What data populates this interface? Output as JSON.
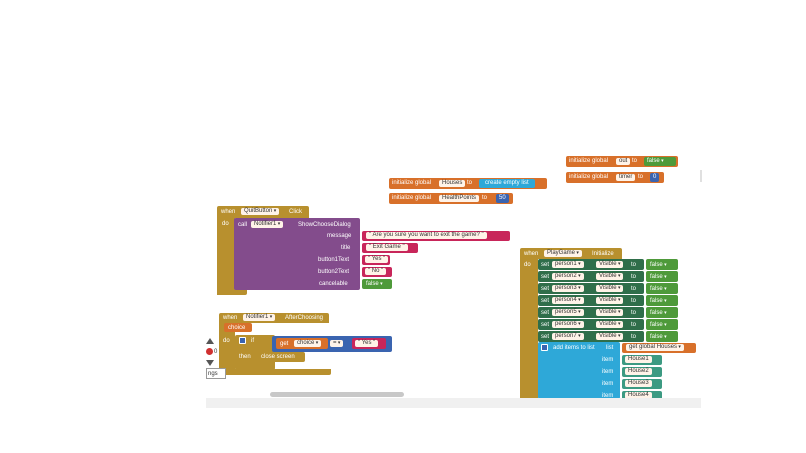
{
  "globals": {
    "out": {
      "prefix": "initialize global",
      "name": "out",
      "to": "to",
      "value": "false"
    },
    "timer": {
      "prefix": "initialize global",
      "name": "timer",
      "to": "to",
      "value": "0"
    },
    "houses": {
      "prefix": "initialize global",
      "name": "Houses",
      "to": "to",
      "value": "create empty list"
    },
    "health": {
      "prefix": "initialize global",
      "name": "HealthPoints",
      "to": "to",
      "value": "50"
    }
  },
  "quit_block": {
    "when": "when",
    "component": "QuitButton",
    "event": "Click",
    "do": "do",
    "call": "call",
    "notifier": "Notifier1",
    "method": "ShowChooseDialog",
    "rows": [
      {
        "label": "message",
        "value": "\" Are you sure you want to exit the game? \""
      },
      {
        "label": "title",
        "value": "\" Exit Game \""
      },
      {
        "label": "button1Text",
        "value": "\" Yes \""
      },
      {
        "label": "button2Text",
        "value": "\" No \""
      },
      {
        "label": "cancelable",
        "value": "false"
      }
    ]
  },
  "after_block": {
    "when": "when",
    "component": "Notifier1",
    "event": "AfterChoosing",
    "param": "choice",
    "do": "do",
    "if": "if",
    "get": "get",
    "var": "choice",
    "op": "=",
    "compare": "\" Yes \"",
    "then": "then",
    "action": "close screen"
  },
  "play_block": {
    "when": "when",
    "component": "PlayGame",
    "event": "Initialize",
    "do": "do",
    "set": "set",
    "prop": "Visible",
    "to": "to",
    "persons": [
      "person1",
      "person2",
      "person3",
      "person4",
      "person5",
      "person6",
      "person7"
    ],
    "value": "false",
    "add_items": "add items to list",
    "list_label": "list",
    "get_global": "get global Houses",
    "item_label": "item",
    "houses": [
      "House1",
      "House2",
      "House3",
      "House4"
    ]
  },
  "zoom": {
    "minus": "0",
    "warnings": "ngs"
  }
}
